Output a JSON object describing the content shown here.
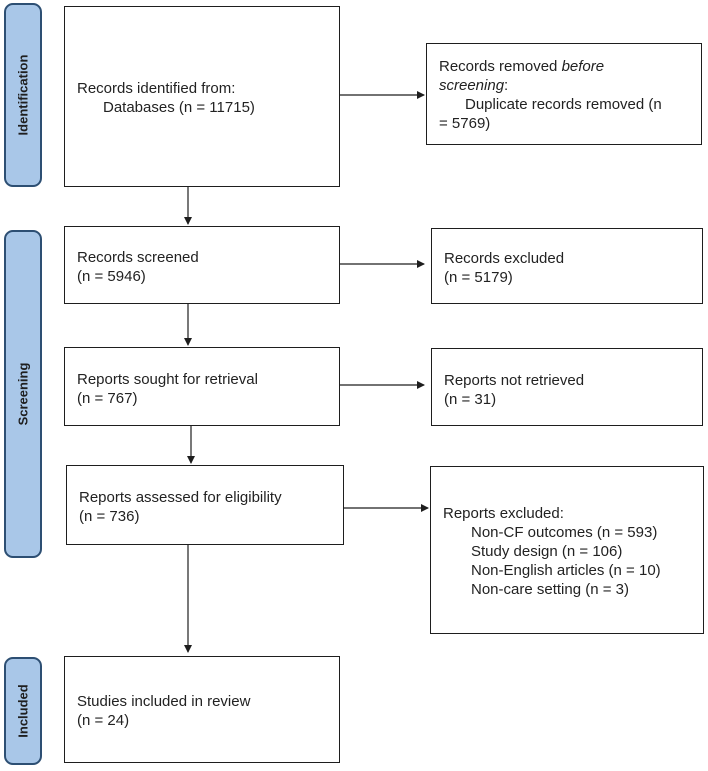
{
  "phases": {
    "identification": "Identification",
    "screening": "Screening",
    "included": "Included"
  },
  "boxes": {
    "identified": {
      "line1": "Records identified from:",
      "line2": "Databases (n = 11715)"
    },
    "removed": {
      "line1_pre": "Records removed ",
      "line1_em": "before",
      "line2_em": "screening",
      "line2_post": ":",
      "line3": "Duplicate records removed  (n",
      "line4": "= 5769)"
    },
    "screened": {
      "line1": "Records screened",
      "line2": "(n = 5946)"
    },
    "excluded": {
      "line1": "Records excluded",
      "line2": "(n = 5179)"
    },
    "sought": {
      "line1": "Reports sought for retrieval",
      "line2": "(n = 767)"
    },
    "not_retrieved": {
      "line1": "Reports not retrieved",
      "line2": "(n = 31)"
    },
    "assessed": {
      "line1": "Reports assessed for eligibility",
      "line2": "(n = 736)"
    },
    "reports_excluded": {
      "title": "Reports excluded:",
      "items": [
        "Non-CF outcomes (n = 593)",
        "Study design (n = 106)",
        "Non-English articles (n = 10)",
        "Non-care setting (n = 3)"
      ]
    },
    "included": {
      "line1": "Studies included in review",
      "line2": "(n = 24)"
    }
  }
}
